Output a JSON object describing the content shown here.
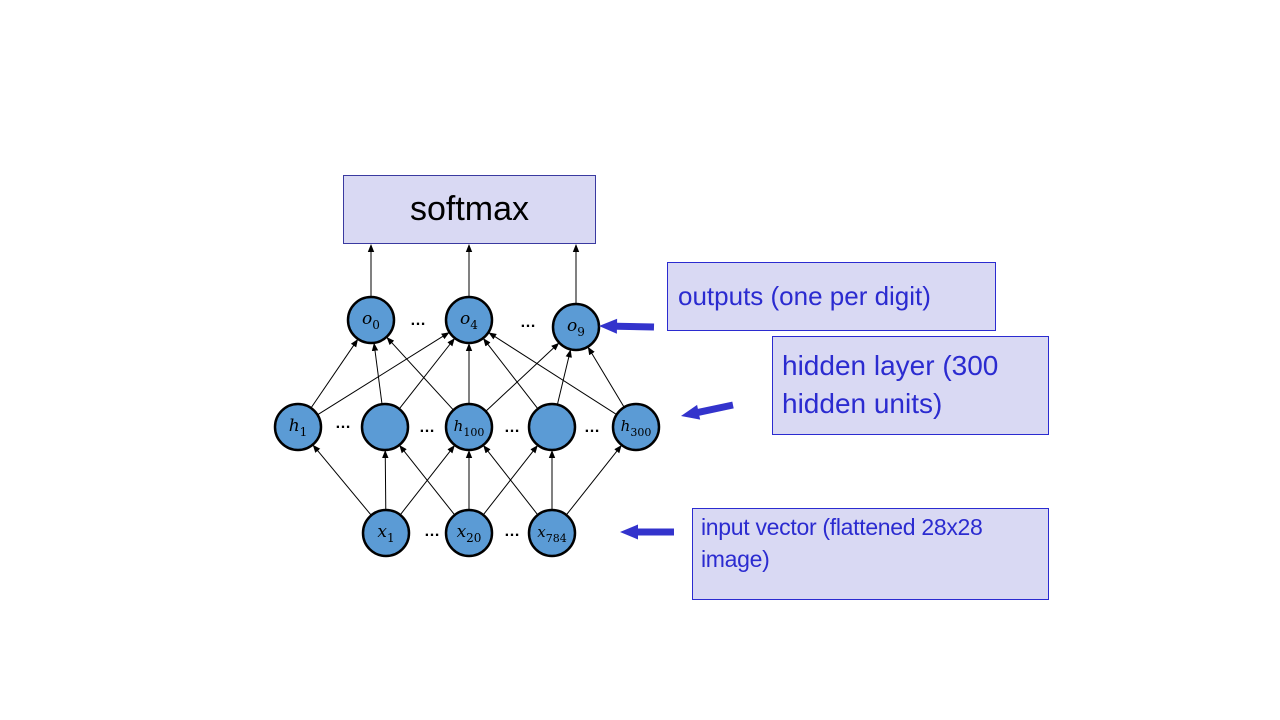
{
  "softmax": {
    "label": "softmax"
  },
  "annotations": {
    "outputs": "outputs (one per digit)",
    "hidden": "hidden layer (300 hidden units)",
    "input": "input vector (flattened 28x28 image)"
  },
  "nodes": {
    "outputs": [
      {
        "base": "o",
        "sub": "0"
      },
      {
        "base": "o",
        "sub": "4"
      },
      {
        "base": "o",
        "sub": "9"
      }
    ],
    "hidden": [
      {
        "base": "h",
        "sub": "1"
      },
      {
        "base": "",
        "sub": ""
      },
      {
        "base": "h",
        "sub": "100"
      },
      {
        "base": "",
        "sub": ""
      },
      {
        "base": "h",
        "sub": "300"
      }
    ],
    "inputs": [
      {
        "base": "x",
        "sub": "1"
      },
      {
        "base": "x",
        "sub": "20"
      },
      {
        "base": "x",
        "sub": "784"
      }
    ]
  },
  "ellipsis": "…",
  "colors": {
    "node_fill": "#5b9bd5",
    "node_stroke": "#000000",
    "box_fill": "#d9d9f3",
    "annotation_text": "#2b2bd0",
    "pointer_arrow": "#3333cc"
  }
}
